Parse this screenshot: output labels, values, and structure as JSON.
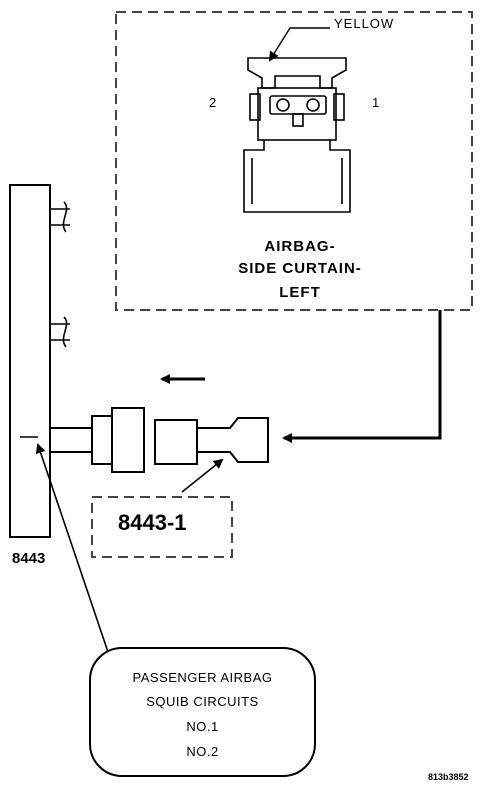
{
  "connector": {
    "wire_color_label": "YELLOW",
    "pin_left_label": "2",
    "pin_right_label": "1",
    "title_lines": [
      "AIRBAG-",
      "SIDE CURTAIN-",
      "LEFT"
    ]
  },
  "tool_main": {
    "label": "8443"
  },
  "adapter": {
    "label": "8443-1"
  },
  "callout": {
    "lines": [
      "PASSENGER AIRBAG",
      "SQUIB CIRCUITS",
      "NO.1",
      "NO.2"
    ]
  },
  "figure_id": "813b3852",
  "colors": {
    "ink": "#000000",
    "dash": "#444444",
    "background": "#ffffff"
  }
}
